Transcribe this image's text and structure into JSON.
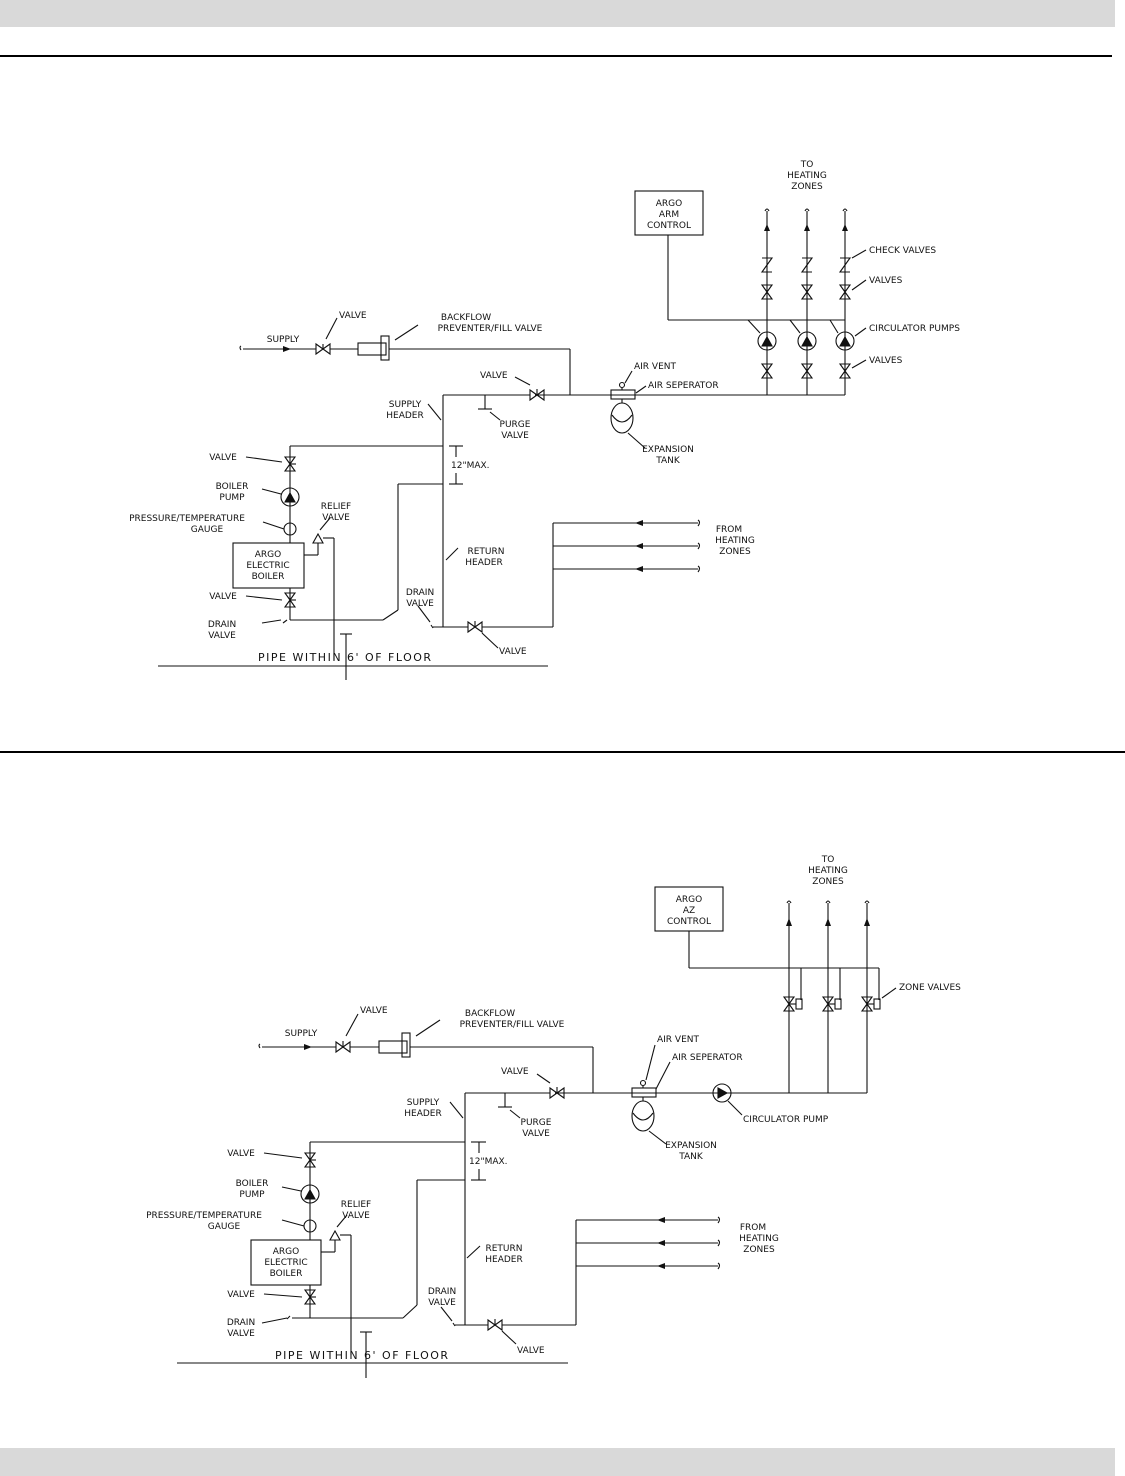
{
  "d1": {
    "to_zones": [
      "TO",
      "HEATING",
      "ZONES"
    ],
    "control": [
      "ARGO",
      "ARM",
      "CONTROL"
    ],
    "check_valves": "CHECK VALVES",
    "valves_upper": "VALVES",
    "circulator_pumps": "CIRCULATOR PUMPS",
    "valves_lower": "VALVES",
    "valve_supply": "VALVE",
    "supply": "SUPPLY",
    "backflow": [
      "BACKFLOW",
      "PREVENTER/FILL VALVE"
    ],
    "air_vent": "AIR VENT",
    "air_separator": "AIR SEPERATOR",
    "valve_main": "VALVE",
    "supply_header": [
      "SUPPLY",
      "HEADER"
    ],
    "purge_valve": [
      "PURGE",
      "VALVE"
    ],
    "expansion_tank": [
      "EXPANSION",
      "TANK"
    ],
    "valve_boiler": "VALVE",
    "max": "12\"MAX.",
    "boiler_pump": [
      "BOILER",
      "PUMP"
    ],
    "relief_valve": [
      "RELIEF",
      "VALVE"
    ],
    "gauge": [
      "PRESSURE/TEMPERATURE",
      "GAUGE"
    ],
    "boiler": [
      "ARGO",
      "ELECTRIC",
      "BOILER"
    ],
    "return_header": [
      "RETURN",
      "HEADER"
    ],
    "from_zones": [
      "FROM",
      "HEATING",
      "ZONES"
    ],
    "valve_bottom": "VALVE",
    "drain_left": [
      "DRAIN",
      "VALVE"
    ],
    "drain_right": [
      "DRAIN",
      "VALVE"
    ],
    "valve_return": "VALVE",
    "floor": "PIPE WITHIN 6' OF FLOOR"
  },
  "d2": {
    "to_zones": [
      "TO",
      "HEATING",
      "ZONES"
    ],
    "control": [
      "ARGO",
      "AZ",
      "CONTROL"
    ],
    "zone_valves": "ZONE VALVES",
    "valve_supply": "VALVE",
    "supply": "SUPPLY",
    "backflow": [
      "BACKFLOW",
      "PREVENTER/FILL VALVE"
    ],
    "air_vent": "AIR VENT",
    "air_separator": "AIR SEPERATOR",
    "valve_main": "VALVE",
    "supply_header": [
      "SUPPLY",
      "HEADER"
    ],
    "purge_valve": [
      "PURGE",
      "VALVE"
    ],
    "expansion_tank": [
      "EXPANSION",
      "TANK"
    ],
    "circulator_pump": "CIRCULATOR PUMP",
    "valve_boiler": "VALVE",
    "max": "12\"MAX.",
    "boiler_pump": [
      "BOILER",
      "PUMP"
    ],
    "relief_valve": [
      "RELIEF",
      "VALVE"
    ],
    "gauge": [
      "PRESSURE/TEMPERATURE",
      "GAUGE"
    ],
    "boiler": [
      "ARGO",
      "ELECTRIC",
      "BOILER"
    ],
    "return_header": [
      "RETURN",
      "HEADER"
    ],
    "from_zones": [
      "FROM",
      "HEATING",
      "ZONES"
    ],
    "valve_bottom": "VALVE",
    "drain_left": [
      "DRAIN",
      "VALVE"
    ],
    "drain_right": [
      "DRAIN",
      "VALVE"
    ],
    "valve_return": "VALVE",
    "floor": "PIPE WITHIN 6' OF FLOOR"
  }
}
